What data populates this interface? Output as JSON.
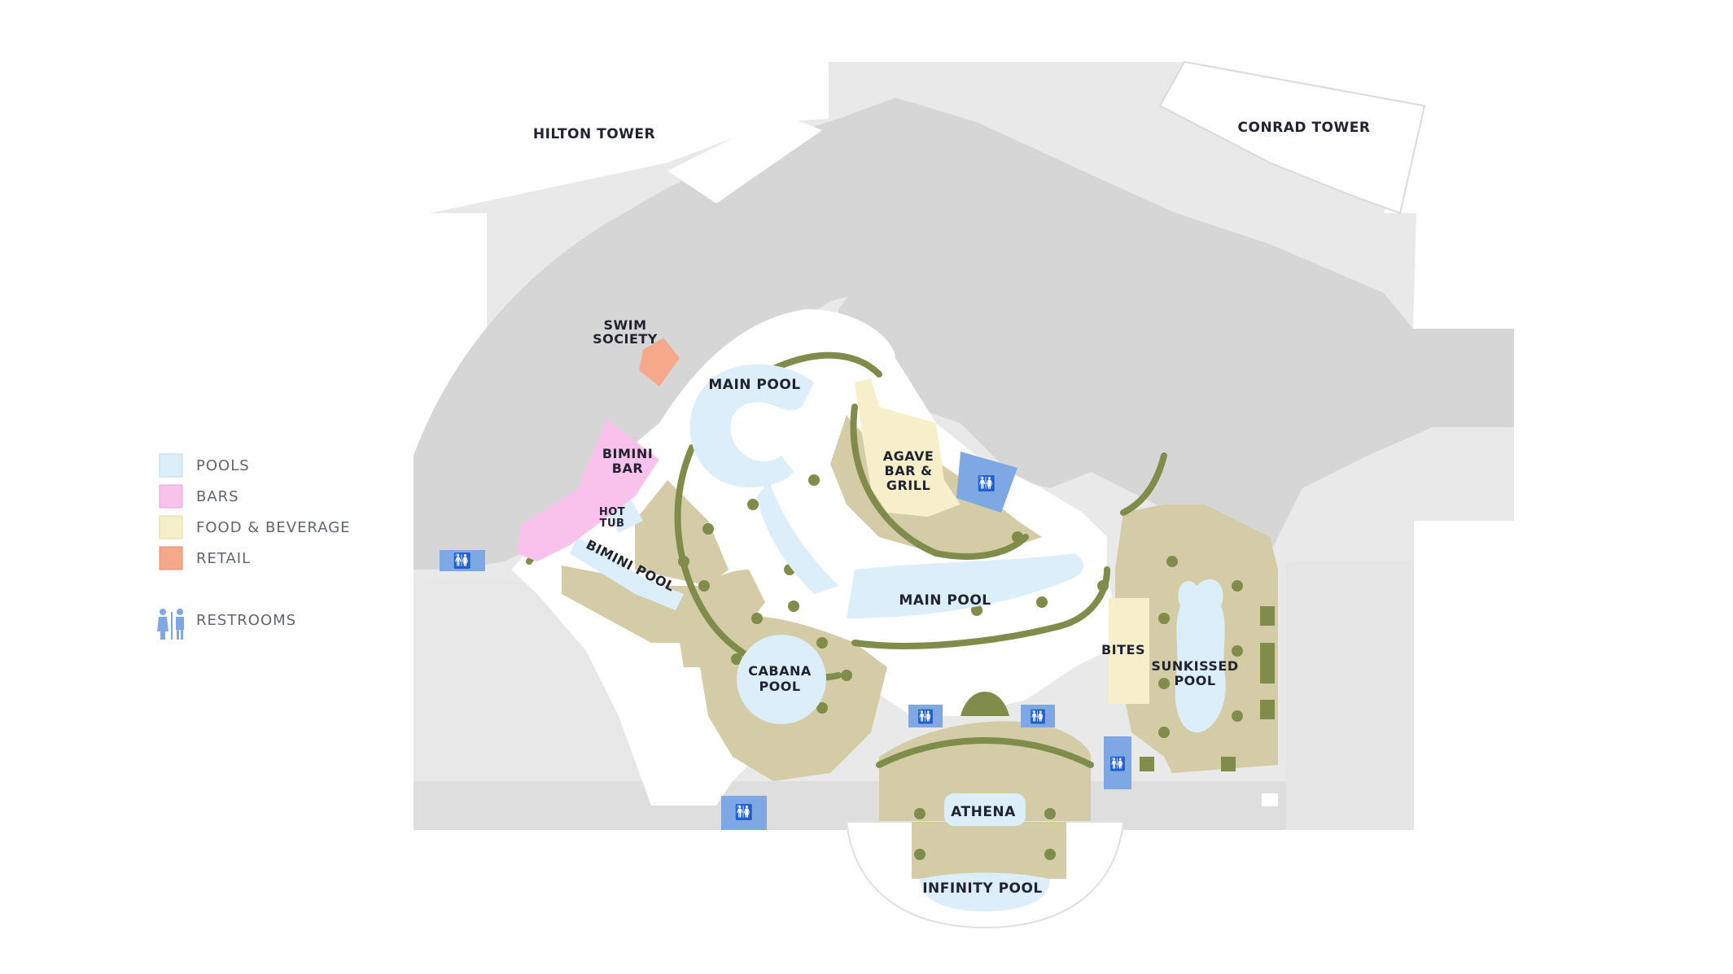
{
  "colors": {
    "building": "#dcdcdc",
    "building_light": "#e8e8e8",
    "pool": "#dbeefa",
    "bar": "#f9c2ec",
    "food": "#f7efc9",
    "retail": "#f6a98a",
    "restroom": "#7ea8e4",
    "landscape": "#7f8c4a",
    "deck": "#d3cca6",
    "walkway": "#ffffff"
  },
  "buildings": {
    "hilton": "HILTON TOWER",
    "conrad": "CONRAD TOWER"
  },
  "areas": {
    "swim_society": [
      "SWIM",
      "SOCIETY"
    ],
    "main_pool_north": "MAIN POOL",
    "bimini_bar": [
      "BIMINI",
      "BAR"
    ],
    "hot_tub": [
      "HOT",
      "TUB"
    ],
    "bimini_pool": "BIMINI POOL",
    "agave": [
      "AGAVE",
      "BAR &",
      "GRILL"
    ],
    "main_pool_south": "MAIN POOL",
    "cabana_pool": [
      "CABANA",
      "POOL"
    ],
    "bites": "BITES",
    "sunkissed_pool": [
      "SUNKISSED",
      "POOL"
    ],
    "athena": "ATHENA",
    "infinity_pool": "INFINITY POOL"
  },
  "legend": [
    {
      "label": "POOLS",
      "color": "#dbeefa"
    },
    {
      "label": "BARS",
      "color": "#f9c2ec"
    },
    {
      "label": "FOOD & BEVERAGE",
      "color": "#f7efc9"
    },
    {
      "label": "RETAIL",
      "color": "#f6a98a"
    }
  ],
  "legend_restrooms": "RESTROOMS"
}
